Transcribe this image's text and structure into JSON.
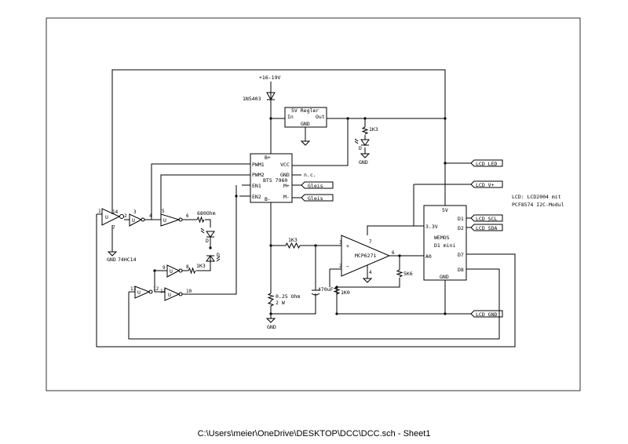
{
  "labels": {
    "supply": "+16-19V",
    "diode_main": "1N5403",
    "regler": "5V Regler",
    "regler_in": "In",
    "regler_out": "Out",
    "regler_gnd": "GND",
    "res_1k3_top": "1K3",
    "bts_bplus": "B+",
    "bts_pwm1": "PWM1",
    "bts_vcc": "VCC",
    "bts_pwm2": "PWM2",
    "bts_gnd": "GND",
    "nc": "n.c.",
    "bts_name": "BTS 7960",
    "bts_en1": "EN1",
    "bts_mplus": "M+",
    "bts_en2": "EN2",
    "bts_mminus": "M-",
    "bts_bminus": "B-",
    "gleis1": "Gleis",
    "gleis2": "Gleis",
    "lcd_led": "LCD LED",
    "lcd_vplus": "LCD V+",
    "lcd_scl": "LCD SCL",
    "lcd_sda": "LCD SDA",
    "lcd_gnd": "LCD GND",
    "lcd_note1": "LCD: LCD2004 mit",
    "lcd_note2": "PCF8574 I2C-Modul",
    "wemos_5v": "5V",
    "wemos_d1": "D1",
    "wemos_d2": "D2",
    "wemos_33": "3.3V",
    "wemos_name1": "WEMOS",
    "wemos_name2": "D1 mini",
    "wemos_a0": "A0",
    "wemos_d7": "D7",
    "wemos_gnd": "GND",
    "wemos_d8": "D8",
    "opamp": "MCP6271",
    "res_1k3_mid": "1K3",
    "res_5k6": "5K6",
    "res_1k0": "1K0",
    "cap": "470uF",
    "shunt1": "0.25 Ohm",
    "shunt2": "2 W",
    "gnd": "GND",
    "ic_name": "74HC14",
    "res_680": "680Ohm",
    "res_1k3_led": "1K3",
    "gate_u": "U",
    "led_d": "D"
  },
  "footer": "C:\\Users\\meier\\OneDrive\\DESKTOP\\DCC\\DCC.sch  -  Sheet1"
}
